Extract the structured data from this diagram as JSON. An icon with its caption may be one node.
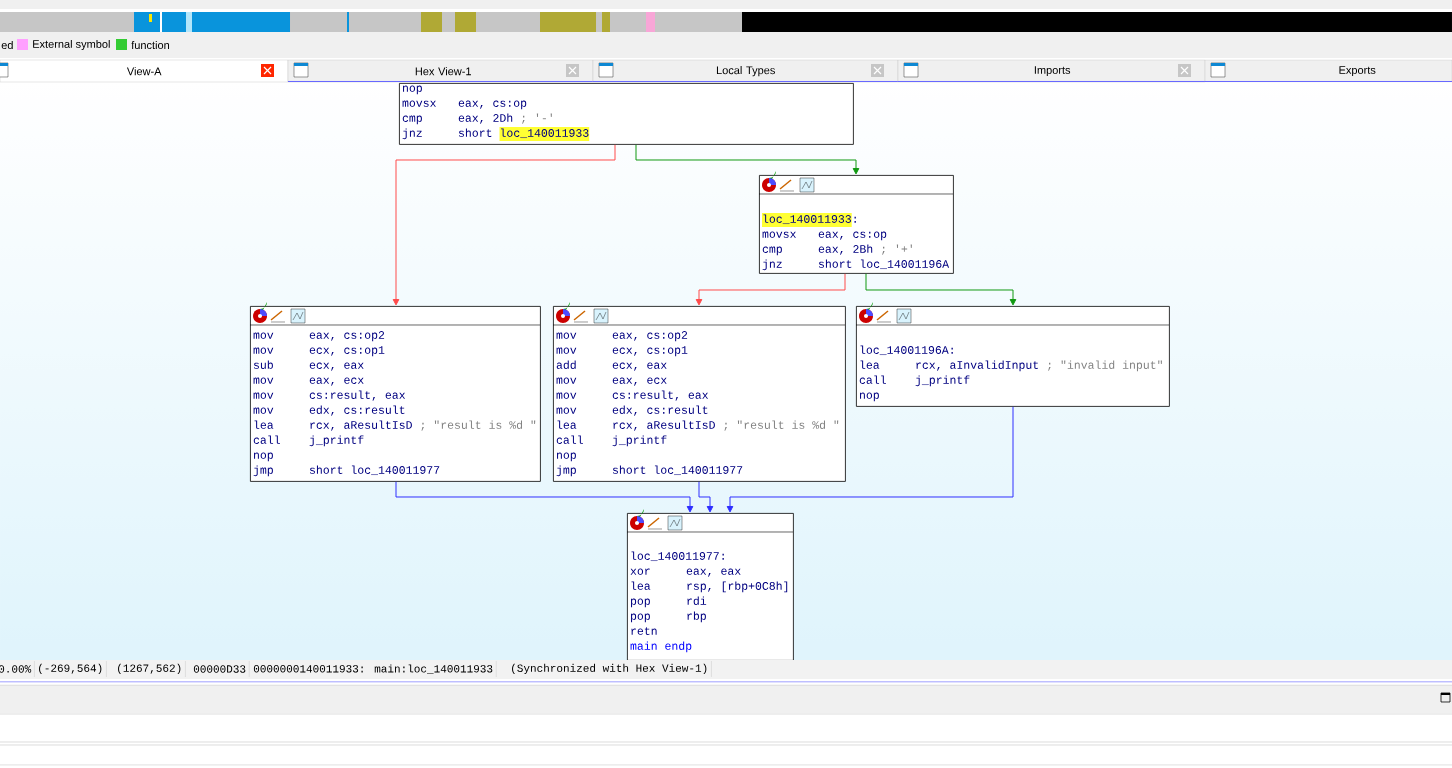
{
  "diagram": {
    "nodes": [
      {
        "text": [
          "nop",
          "movsx",
          "eax, cs:op",
          "cmp",
          "eax, 2Dh",
          "; '-'",
          "jnz",
          "short",
          "loc_140011933"
        ]
      },
      {
        "text": [
          "loc_140011933",
          ":",
          "movsx",
          "eax, cs:op",
          "cmp",
          "eax, 2Bh",
          "; '+'",
          "jnz",
          "short loc_14001196A"
        ]
      },
      {
        "text": [
          "mov",
          "eax, cs:op2",
          "mov",
          "ecx, cs:op1",
          "sub",
          "ecx, eax",
          "mov",
          "eax, ecx",
          "mov",
          "cs:result, eax",
          "mov",
          "edx, cs:result",
          "lea",
          "rcx, aResultIsD",
          "; \"result is %d \"",
          "call",
          "j_printf",
          "nop",
          "jmp",
          "short loc_140011977"
        ]
      },
      {
        "text": [
          "mov",
          "eax, cs:op2",
          "mov",
          "ecx, cs:op1",
          "add",
          "ecx, eax",
          "mov",
          "eax, ecx",
          "mov",
          "cs:result, eax",
          "mov",
          "edx, cs:result",
          "lea",
          "rcx, aResultIsD",
          "; \"result is %d \"",
          "call",
          "j_printf",
          "nop",
          "jmp",
          "short loc_140011977"
        ]
      },
      {
        "text": [
          "loc_14001196A:",
          "lea",
          "rcx, aInvalidInput",
          "; \"invalid input\"",
          "call",
          "j_printf",
          "nop"
        ]
      },
      {
        "text": [
          "loc_140011977:",
          "xor",
          "eax, eax",
          "lea",
          "rsp, [rbp+0C8h]",
          "pop",
          "rdi",
          "pop",
          "rbp",
          "retn",
          "main endp"
        ]
      }
    ],
    "edges": [
      {
        "from": 0,
        "to": 2,
        "arrow": "to",
        "color": "#ff4a4a"
      },
      {
        "from": 0,
        "to": 1,
        "arrow": "to",
        "color": "#119911"
      },
      {
        "from": 1,
        "to": 3,
        "arrow": "to",
        "color": "#ff4a4a"
      },
      {
        "from": 1,
        "to": 4,
        "arrow": "to",
        "color": "#119911"
      },
      {
        "from": 2,
        "to": 5,
        "arrow": "to",
        "color": "#2e2eff"
      },
      {
        "from": 3,
        "to": 5,
        "arrow": "to",
        "color": "#2e2eff"
      },
      {
        "from": 4,
        "to": 5,
        "arrow": "to",
        "color": "#2e2eff"
      }
    ],
    "labels": [
      "ed",
      "View-A",
      "Hex View-1",
      "Local Types",
      "Imports",
      "Exports",
      "0.00%",
      "(-269,564)",
      "(1267,562)",
      "00000D33",
      "0000000140011933: main:loc_140011933",
      "(Synchronized with Hex View-1)"
    ],
    "legend": [
      {
        "text": "External symbol",
        "color": "#ffa0ff"
      },
      {
        "text": "function",
        "color": "#33cc33"
      }
    ]
  }
}
